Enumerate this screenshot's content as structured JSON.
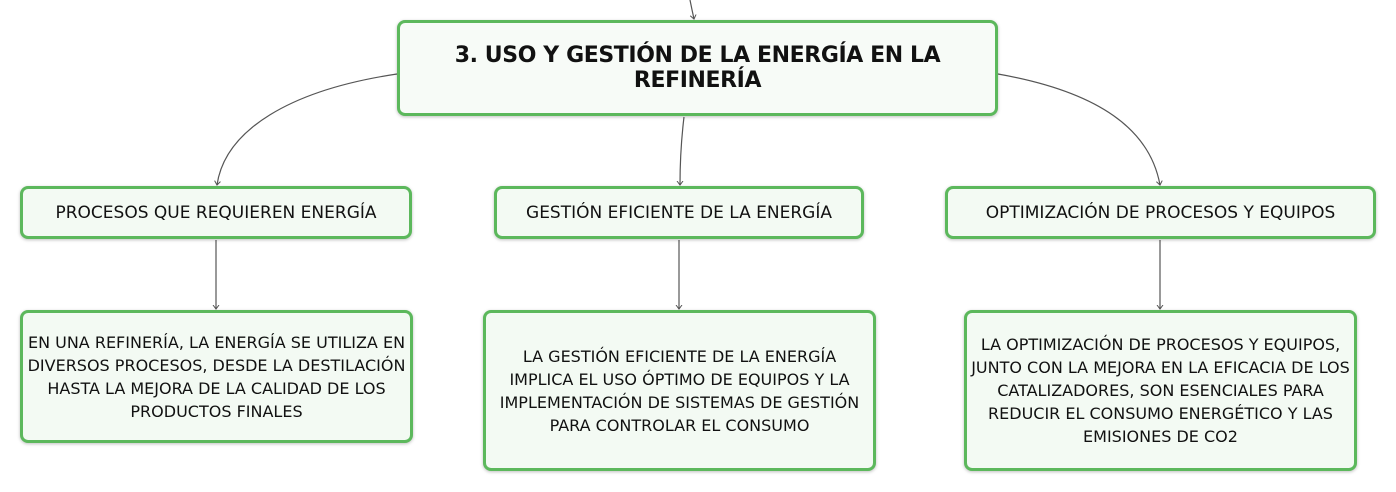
{
  "diagram": {
    "root": {
      "label": "3. USO Y GESTIÓN DE LA ENERGÍA EN LA REFINERÍA"
    },
    "branches": [
      {
        "label": "PROCESOS QUE REQUIEREN ENERGÍA",
        "detail": "EN UNA REFINERÍA, LA ENERGÍA SE UTILIZA EN DIVERSOS PROCESOS, DESDE LA DESTILACIÓN HASTA LA MEJORA DE LA CALIDAD DE LOS PRODUCTOS FINALES"
      },
      {
        "label": "GESTIÓN EFICIENTE DE LA ENERGÍA",
        "detail": "LA GESTIÓN EFICIENTE DE LA ENERGÍA IMPLICA EL USO ÓPTIMO DE EQUIPOS Y LA IMPLEMENTACIÓN DE SISTEMAS DE GESTIÓN PARA CONTROLAR EL CONSUMO"
      },
      {
        "label": "OPTIMIZACIÓN DE PROCESOS Y EQUIPOS",
        "detail": "LA OPTIMIZACIÓN DE PROCESOS Y EQUIPOS, JUNTO CON LA MEJORA EN LA EFICACIA DE LOS CATALIZADORES, SON ESENCIALES PARA REDUCIR EL CONSUMO ENERGÉTICO Y LAS EMISIONES DE CO2"
      }
    ],
    "colors": {
      "node_border": "#5cb85c",
      "node_fill": "#f3faf3",
      "connector": "#555555",
      "text": "#111111"
    }
  }
}
